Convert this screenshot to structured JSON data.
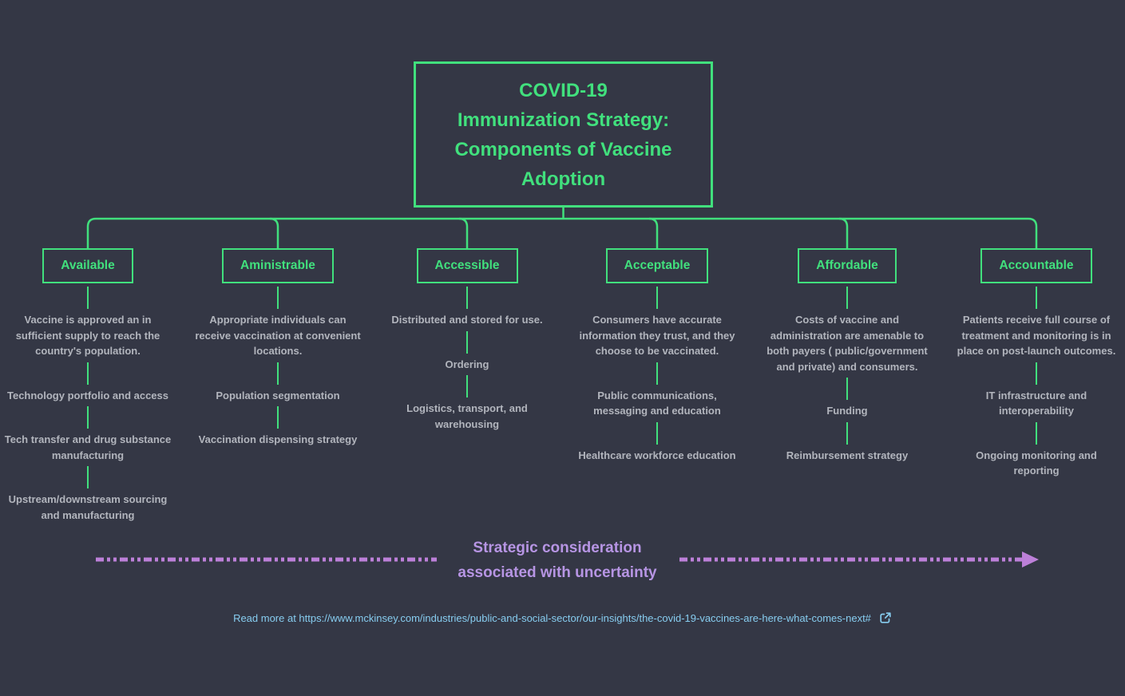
{
  "title": "COVID-19\nImmunization Strategy:\nComponents of Vaccine\nAdoption",
  "columns": [
    {
      "label": "Available",
      "items": [
        "Vaccine is approved an in sufficient supply to reach the country's population.",
        "Technology portfolio and access",
        "Tech transfer and drug substance manufacturing",
        "Upstream/downstream sourcing and manufacturing"
      ]
    },
    {
      "label": "Aministrable",
      "items": [
        "Appropriate individuals can receive vaccination at convenient locations.",
        "Population segmentation",
        "Vaccination dispensing strategy"
      ]
    },
    {
      "label": "Accessible",
      "items": [
        "Distributed and stored for use.",
        "Ordering",
        "Logistics, transport, and warehousing"
      ]
    },
    {
      "label": "Acceptable",
      "items": [
        "Consumers have accurate information they trust, and they choose to be vaccinated.",
        "Public communications, messaging and education",
        "Healthcare workforce education"
      ]
    },
    {
      "label": "Affordable",
      "items": [
        "Costs of vaccine and administration are amenable to both payers ( public/government and private) and consumers.",
        "Funding",
        "Reimbursement strategy"
      ]
    },
    {
      "label": "Accountable",
      "items": [
        "Patients receive full course of treatment and monitoring is in place on post-launch outcomes.",
        "IT infrastructure and interoperability",
        "Ongoing monitoring and reporting"
      ]
    }
  ],
  "annotation": "Strategic consideration\nassociated with uncertainty",
  "footer": {
    "link_text": "Read more at https://www.mckinsey.com/industries/public-and-social-sector/our-insights/the-covid-19-vaccines-are-here-what-comes-next#"
  },
  "colors": {
    "background": "#343745",
    "green": "#41e07d",
    "grey_text": "#b2b5bd",
    "purple_arrow": "#bd80d9",
    "purple_text": "#b795e4",
    "link_blue": "#87cdf0"
  }
}
